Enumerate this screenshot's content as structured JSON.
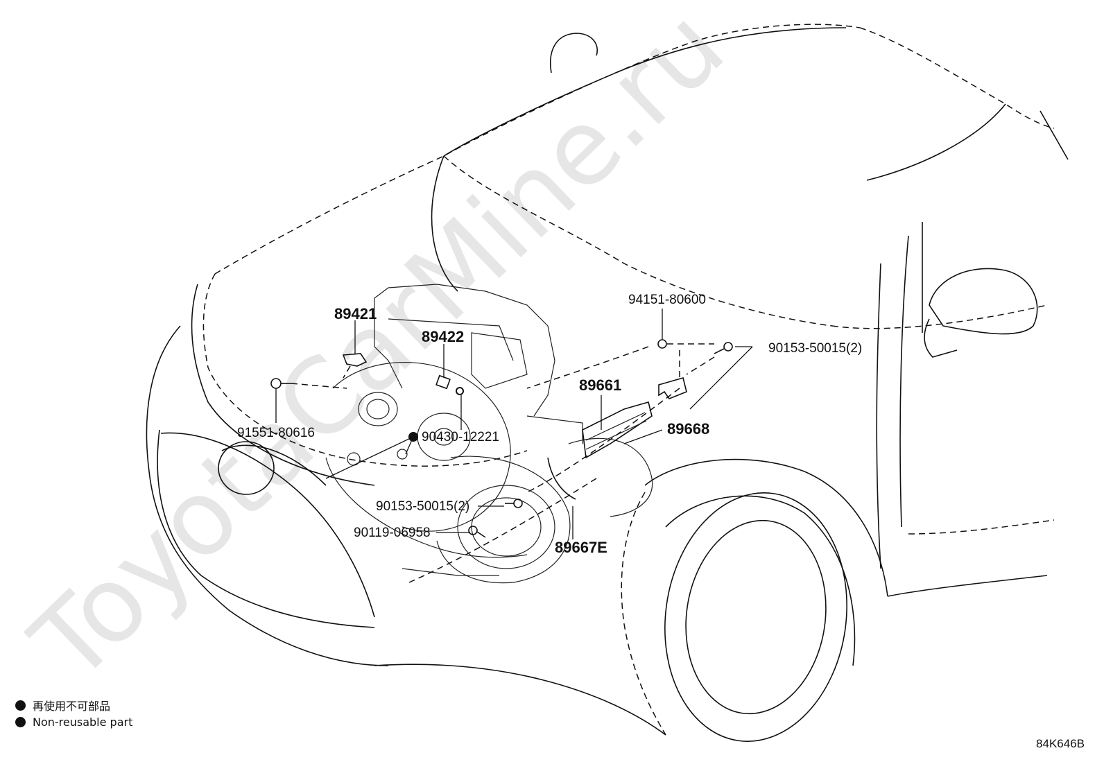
{
  "watermark": "ToyotaCarMine.ru",
  "callouts": {
    "p89421": "89421",
    "p89422": "89422",
    "p94151": "94151-80600",
    "p90153_top": "90153-50015(2)",
    "p89661": "89661",
    "p89668": "89668",
    "p91551": "91551-80616",
    "p90430": "90430-12221",
    "p90153_low": "90153-50015(2)",
    "p90119": "90119-06958",
    "p89667E": "89667E"
  },
  "legend": {
    "jp": "再使用不可部品",
    "en": "Non-reusable part"
  },
  "drawing_code": "84K646B"
}
